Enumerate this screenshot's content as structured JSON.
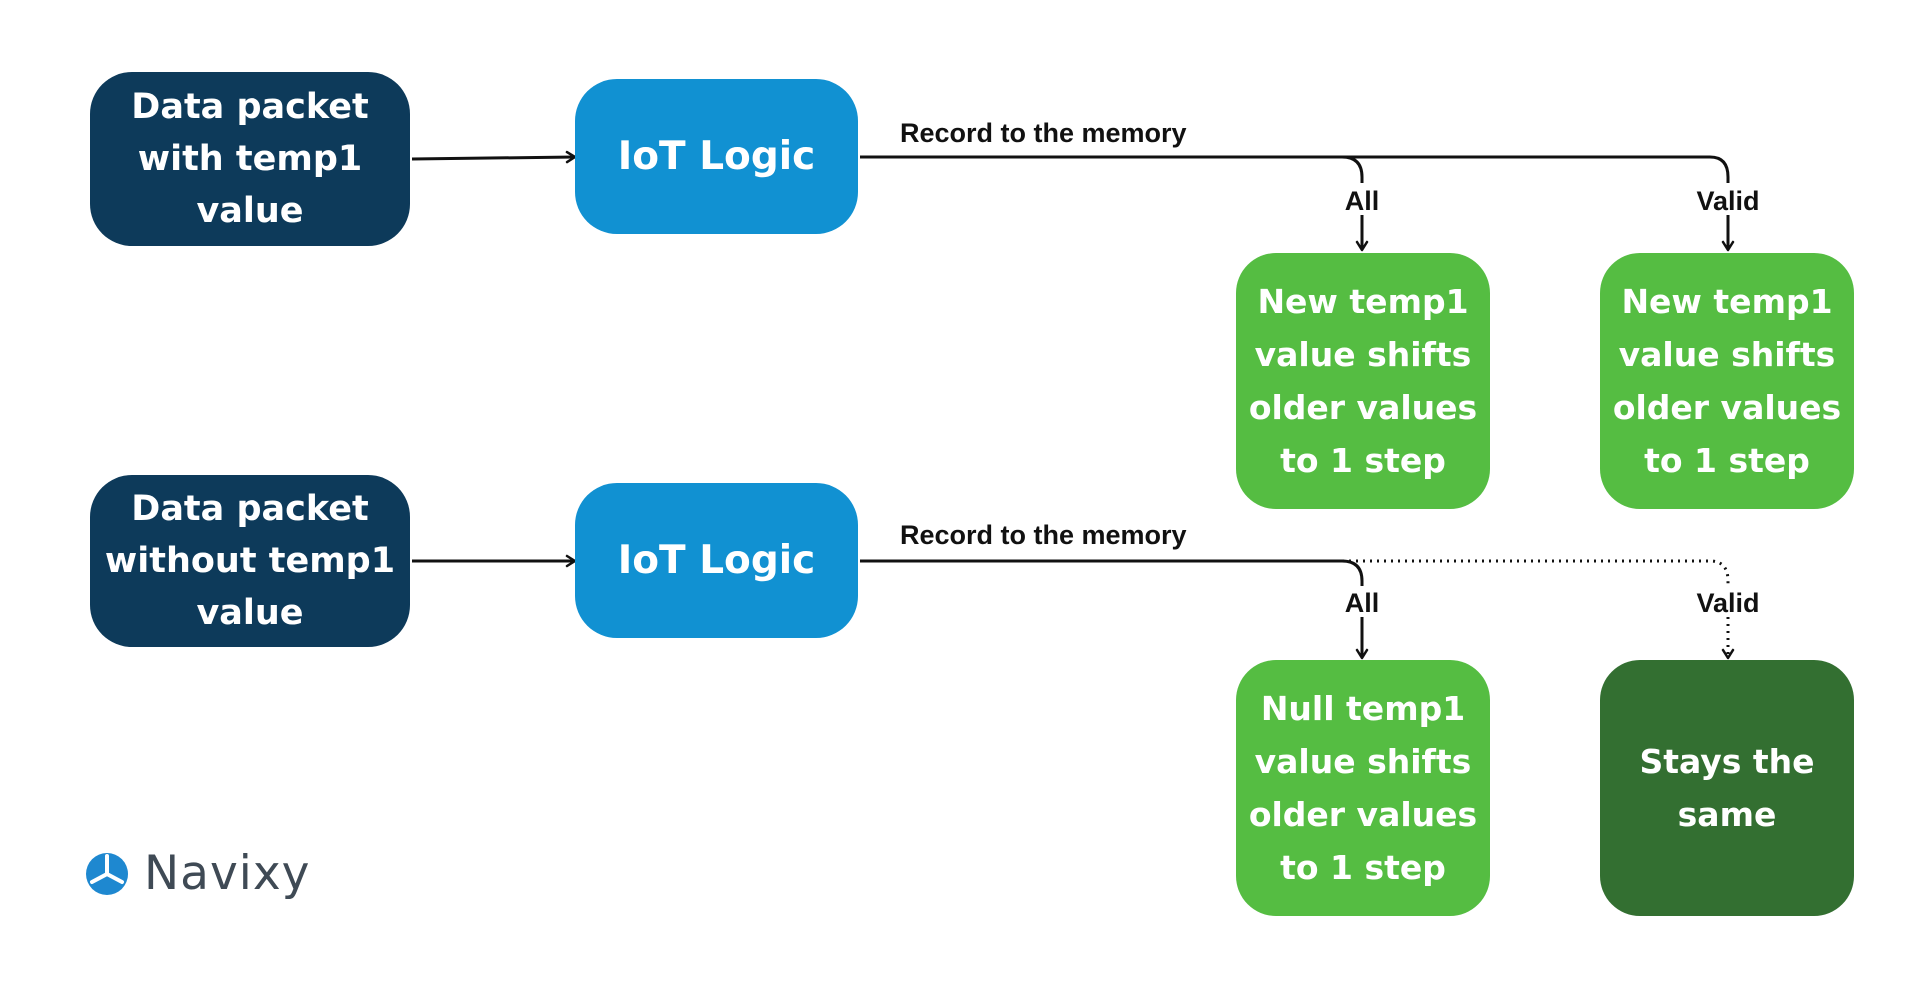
{
  "nodes": {
    "packet_with": "Data packet\nwith temp1\nvalue",
    "packet_without": "Data packet\nwithout temp1\nvalue",
    "iot_logic_top": "IoT Logic",
    "iot_logic_bottom": "IoT Logic",
    "new_all": "New temp1\nvalue shifts\nolder values\nto 1 step",
    "new_valid": "New temp1\nvalue shifts\nolder values\nto 1 step",
    "null_all": "Null temp1\nvalue shifts\nolder values\nto 1 step",
    "stays_same": "Stays the\nsame"
  },
  "edges": {
    "record_top": "Record to the memory",
    "record_bottom": "Record to the memory",
    "all_top": "All",
    "valid_top": "Valid",
    "all_bottom": "All",
    "valid_bottom": "Valid"
  },
  "colors": {
    "navy": "#0d3a5a",
    "blue": "#1191d2",
    "green": "#55bd42",
    "dark_green": "#336f31",
    "line": "#111111"
  },
  "logo": {
    "name": "Navixy",
    "icon": "navixy-logo-icon"
  }
}
